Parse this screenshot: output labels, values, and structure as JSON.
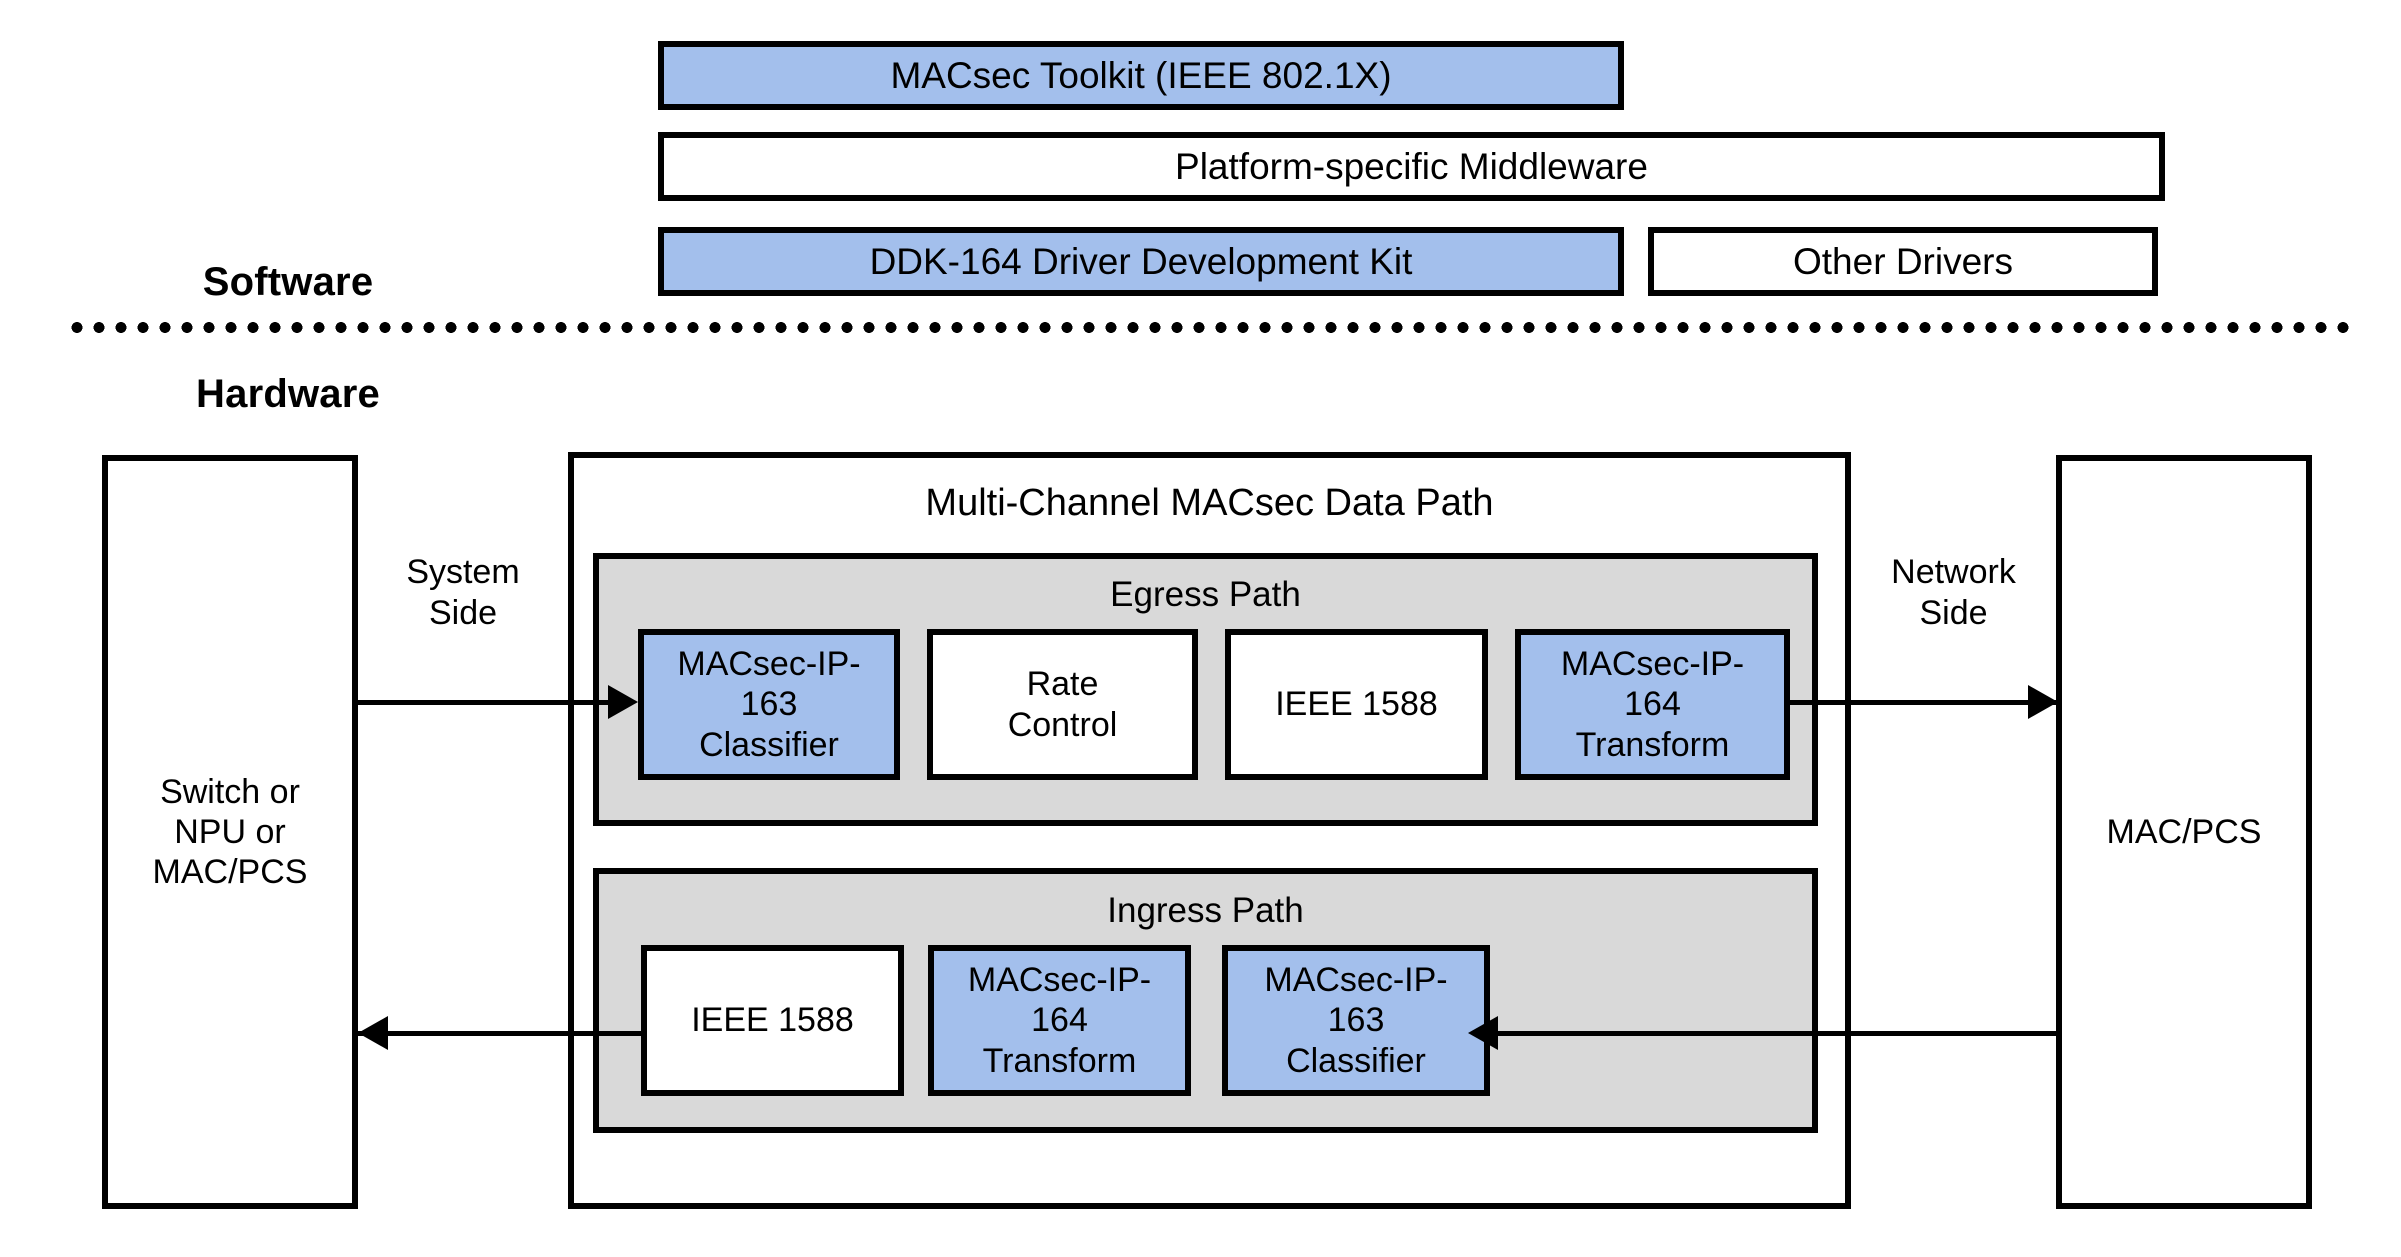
{
  "diagram": {
    "sections": {
      "software_label": "Software",
      "hardware_label": "Hardware"
    },
    "software": {
      "toolkit": "MACsec Toolkit (IEEE 802.1X)",
      "middleware": "Platform-specific Middleware",
      "ddk": "DDK-164 Driver Development Kit",
      "other_drivers": "Other Drivers"
    },
    "hardware": {
      "left_block": "Switch or\nNPU or\nMAC/PCS",
      "right_block": "MAC/PCS",
      "system_side": "System\nSide",
      "network_side": "Network\nSide",
      "datapath_title": "Multi-Channel MACsec Data Path",
      "egress": {
        "title": "Egress Path",
        "blocks": [
          {
            "label": "MACsec-IP-\n163\nClassifier",
            "fill": "blue"
          },
          {
            "label": "Rate\nControl",
            "fill": "white"
          },
          {
            "label": "IEEE 1588",
            "fill": "white"
          },
          {
            "label": "MACsec-IP-\n164\nTransform",
            "fill": "blue"
          }
        ]
      },
      "ingress": {
        "title": "Ingress Path",
        "blocks": [
          {
            "label": "IEEE 1588",
            "fill": "white"
          },
          {
            "label": "MACsec-IP-\n164\nTransform",
            "fill": "blue"
          },
          {
            "label": "MACsec-IP-\n163\nClassifier",
            "fill": "blue"
          }
        ]
      }
    },
    "colors": {
      "accent_blue": "#A3BFEC",
      "path_gray": "#D9D9D9",
      "outline": "#000000",
      "background": "#FFFFFF"
    }
  }
}
